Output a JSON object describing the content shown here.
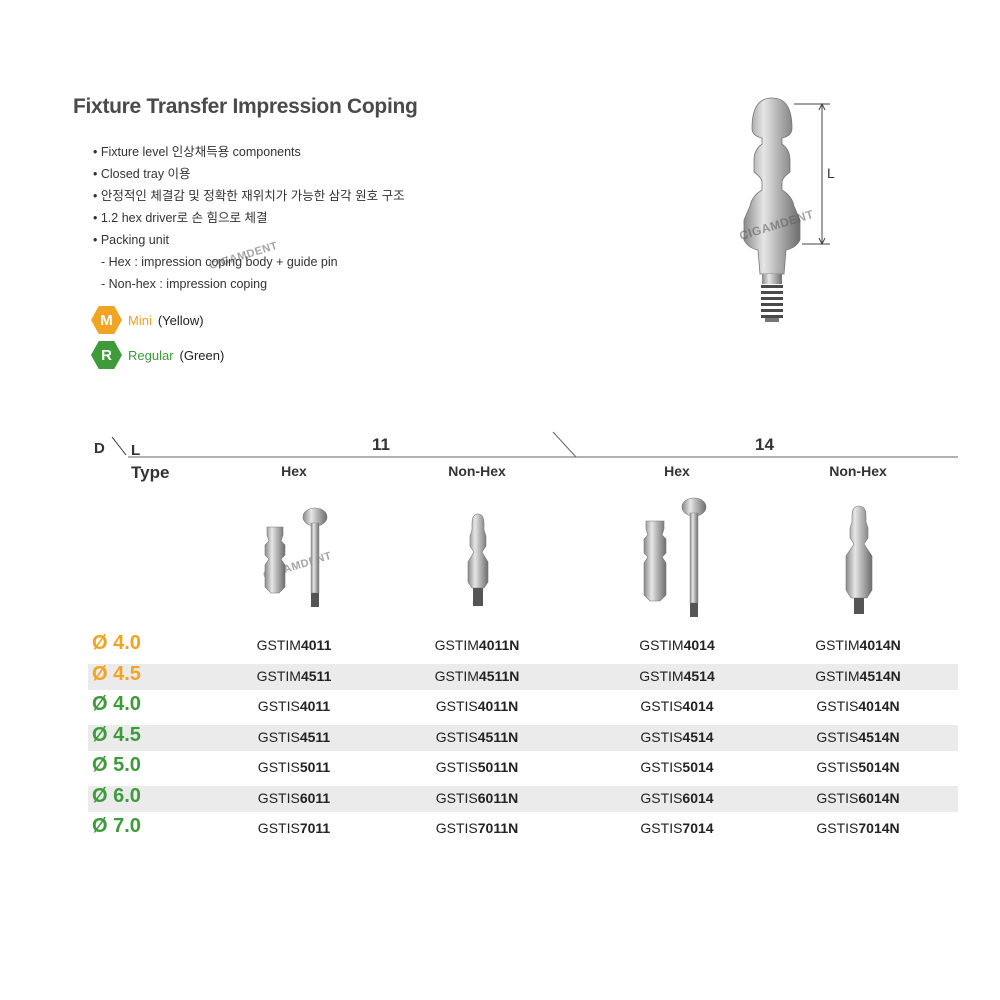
{
  "title": "Fixture Transfer Impression Coping",
  "bullets": [
    "• Fixture level 인상채득용 components",
    "• Closed tray 이용",
    "• 안정적인 체결감 및 정확한 재위치가 가능한 삼각 원호 구조",
    "• 1.2 hex driver로 손 힘으로 체결",
    "• Packing unit",
    "- Hex : impression coping body + guide pin",
    "- Non-hex : impression coping"
  ],
  "badges": [
    {
      "letter": "M",
      "name": "Mini",
      "note": "(Yellow)",
      "color": "#f0a423"
    },
    {
      "letter": "R",
      "name": "Regular",
      "note": "(Green)",
      "color": "#3f9a3b"
    }
  ],
  "dimension_label": "L",
  "watermark": "CIGAMDENT",
  "table": {
    "corner_d": "D",
    "corner_l": "L",
    "type_label": "Type",
    "groups": [
      "11",
      "14"
    ],
    "columns": [
      "Hex",
      "Non-Hex",
      "Hex",
      "Non-Hex"
    ],
    "rows": [
      {
        "diameter": "Ø 4.0",
        "color": "#f0a423",
        "shaded": false,
        "codes": [
          [
            "GSTIM",
            "4011"
          ],
          [
            "GSTIM",
            "4011N"
          ],
          [
            "GSTIM",
            "4014"
          ],
          [
            "GSTIM",
            "4014N"
          ]
        ]
      },
      {
        "diameter": "Ø 4.5",
        "color": "#f0a423",
        "shaded": true,
        "codes": [
          [
            "GSTIM",
            "4511"
          ],
          [
            "GSTIM",
            "4511N"
          ],
          [
            "GSTIM",
            "4514"
          ],
          [
            "GSTIM",
            "4514N"
          ]
        ]
      },
      {
        "diameter": "Ø 4.0",
        "color": "#3f9a3b",
        "shaded": false,
        "codes": [
          [
            "GSTIS",
            "4011"
          ],
          [
            "GSTIS",
            "4011N"
          ],
          [
            "GSTIS",
            "4014"
          ],
          [
            "GSTIS",
            "4014N"
          ]
        ]
      },
      {
        "diameter": "Ø 4.5",
        "color": "#3f9a3b",
        "shaded": true,
        "codes": [
          [
            "GSTIS",
            "4511"
          ],
          [
            "GSTIS",
            "4511N"
          ],
          [
            "GSTIS",
            "4514"
          ],
          [
            "GSTIS",
            "4514N"
          ]
        ]
      },
      {
        "diameter": "Ø 5.0",
        "color": "#3f9a3b",
        "shaded": false,
        "codes": [
          [
            "GSTIS",
            "5011"
          ],
          [
            "GSTIS",
            "5011N"
          ],
          [
            "GSTIS",
            "5014"
          ],
          [
            "GSTIS",
            "5014N"
          ]
        ]
      },
      {
        "diameter": "Ø 6.0",
        "color": "#3f9a3b",
        "shaded": true,
        "codes": [
          [
            "GSTIS",
            "6011"
          ],
          [
            "GSTIS",
            "6011N"
          ],
          [
            "GSTIS",
            "6014"
          ],
          [
            "GSTIS",
            "6014N"
          ]
        ]
      },
      {
        "diameter": "Ø 7.0",
        "color": "#3f9a3b",
        "shaded": false,
        "codes": [
          [
            "GSTIS",
            "7011"
          ],
          [
            "GSTIS",
            "7011N"
          ],
          [
            "GSTIS",
            "7014"
          ],
          [
            "GSTIS",
            "7014N"
          ]
        ]
      }
    ]
  }
}
